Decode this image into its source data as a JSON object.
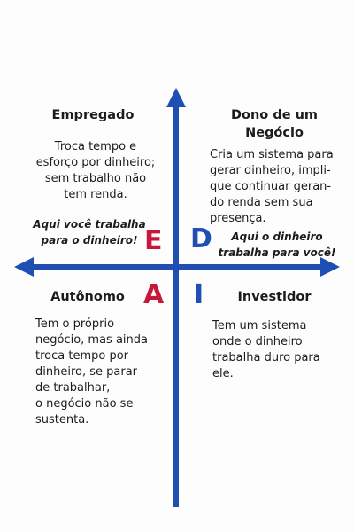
{
  "colors": {
    "axis": "#1f4fb3",
    "letter_left": "#c8183a",
    "letter_right": "#1f4fb3"
  },
  "quadrants": {
    "top_left": {
      "title": "Empregado",
      "lines": [
        "Troca tempo e",
        "esforço por dinheiro;",
        "sem trabalho não",
        "tem renda."
      ],
      "motto_lines": [
        "Aqui você trabalha",
        "para o dinheiro!"
      ]
    },
    "top_right": {
      "title_lines": [
        "Dono de um",
        "Negócio"
      ],
      "lines": [
        "Cria um sistema para",
        "gerar dinheiro, impli-",
        "que continuar geran-",
        "do renda sem sua",
        "presença."
      ],
      "motto_lines": [
        "Aqui o dinheiro",
        "trabalha para você!"
      ]
    },
    "bottom_left": {
      "title": "Autônomo",
      "lines": [
        "Tem o próprio",
        "negócio, mas ainda",
        "troca tempo por",
        "dinheiro, se parar",
        "de trabalhar,",
        "o negócio não se",
        "sustenta."
      ]
    },
    "bottom_right": {
      "title": "Investidor",
      "lines": [
        "Tem um sistema",
        "onde o dinheiro",
        "trabalha duro para",
        "ele."
      ]
    }
  },
  "letters": {
    "e": "E",
    "d": "D",
    "a": "A",
    "i": "I"
  }
}
